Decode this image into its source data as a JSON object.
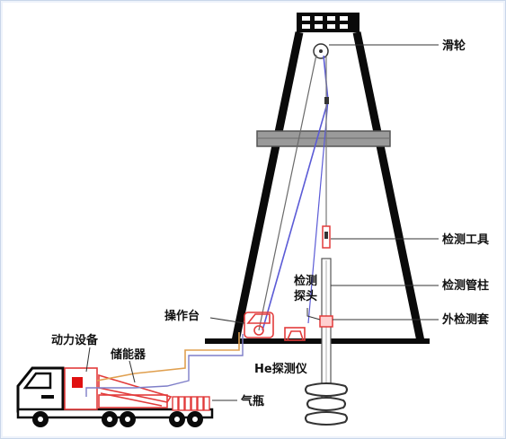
{
  "labels": {
    "sheave": "滑轮",
    "inspection_tool": "检测工具",
    "inspection_string": "检测管柱",
    "outer_inspection_sleeve": "外检测套",
    "probe_line1": "检测",
    "probe_line2": "探头",
    "operation_console": "操作台",
    "power_equipment": "动力设备",
    "energy_storage": "储能器",
    "he_detector": "He探测仪",
    "gas_cylinder": "气瓶"
  },
  "colors": {
    "derrick": "#0a0a0a",
    "crossbeam": "#9a9a9a",
    "signal_line": "#5b5bd6",
    "equipment_outline": "#e23b3b",
    "pipe_line": "#e0a050",
    "gas_line": "#7e7ec8",
    "power_unit_fill": "#e01010",
    "frame_border": "#c9d6ea"
  }
}
